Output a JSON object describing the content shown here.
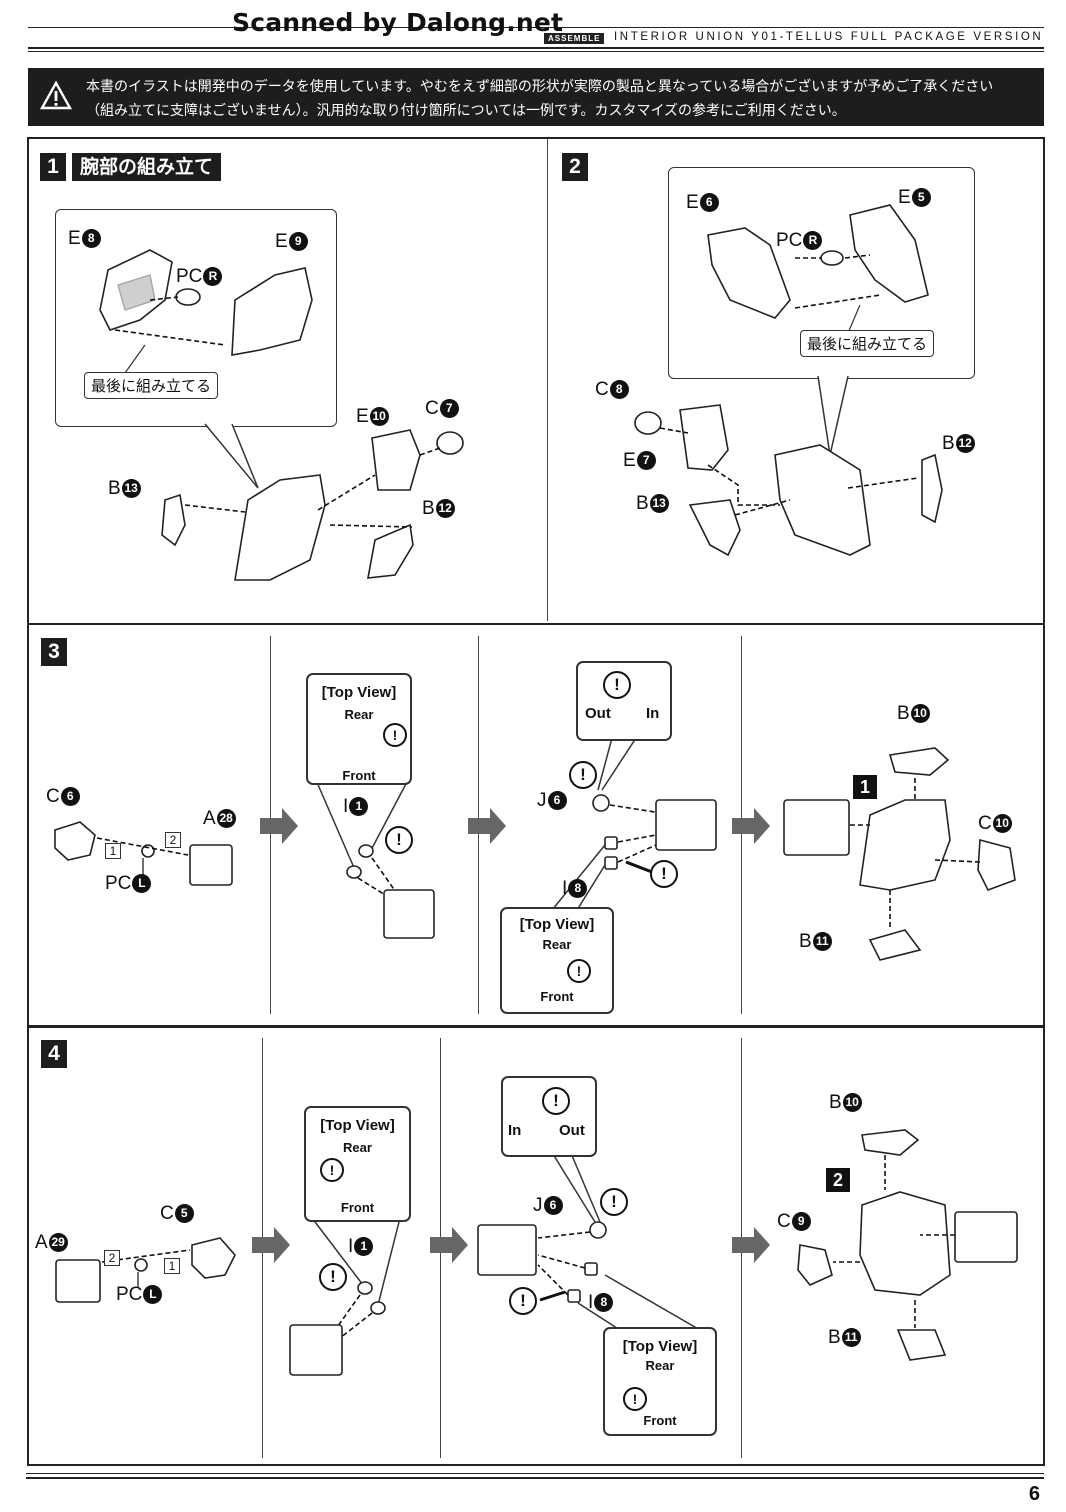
{
  "header": {
    "watermark": "Scanned by Dalong.net",
    "assemble_tag": "ASSEMBLE",
    "title": "INTERIOR UNION Y01-TELLUS FULL PACKAGE VERSION"
  },
  "notice": {
    "line1": "本書のイラストは開発中のデータを使用しています。やむをえず細部の形状が実際の製品と異なっている場合がございますが予めご了承ください",
    "line2": "（組み立てに支障はございません）。汎用的な取り付け箇所については一例です。カスタマイズの参考にご利用ください。"
  },
  "step1": {
    "number": "1",
    "title": "腕部の組み立て",
    "callout_note": "最後に組み立てる",
    "parts": {
      "e8": {
        "letter": "E",
        "num": "8"
      },
      "e9": {
        "letter": "E",
        "num": "9"
      },
      "pcr": {
        "letter": "PC",
        "num": "R"
      },
      "e10": {
        "letter": "E",
        "num": "10"
      },
      "c7": {
        "letter": "C",
        "num": "7"
      },
      "b13": {
        "letter": "B",
        "num": "13"
      },
      "b12": {
        "letter": "B",
        "num": "12"
      }
    }
  },
  "step2": {
    "number": "2",
    "callout_note": "最後に組み立てる",
    "parts": {
      "e6": {
        "letter": "E",
        "num": "6"
      },
      "e5": {
        "letter": "E",
        "num": "5"
      },
      "pcr": {
        "letter": "PC",
        "num": "R"
      },
      "c8": {
        "letter": "C",
        "num": "8"
      },
      "e7": {
        "letter": "E",
        "num": "7"
      },
      "b13": {
        "letter": "B",
        "num": "13"
      },
      "b12": {
        "letter": "B",
        "num": "12"
      }
    }
  },
  "step3": {
    "number": "3",
    "parts": {
      "c6": {
        "letter": "C",
        "num": "6"
      },
      "a28": {
        "letter": "A",
        "num": "28"
      },
      "pcl": {
        "letter": "PC",
        "num": "L"
      },
      "i1": {
        "letter": "I",
        "num": "1"
      },
      "j6": {
        "letter": "J",
        "num": "6"
      },
      "i8": {
        "letter": "I",
        "num": "8"
      },
      "b10": {
        "letter": "B",
        "num": "10"
      },
      "c10": {
        "letter": "C",
        "num": "10"
      },
      "b11": {
        "letter": "B",
        "num": "11"
      }
    },
    "seq": [
      "1",
      "2"
    ],
    "topview1": {
      "title": "[Top View]",
      "rear": "Rear",
      "front": "Front"
    },
    "topview2": {
      "title": "[Top View]",
      "rear": "Rear",
      "front": "Front"
    },
    "orient": {
      "left": "Out",
      "right": "In"
    },
    "ref": "1"
  },
  "step4": {
    "number": "4",
    "parts": {
      "a29": {
        "letter": "A",
        "num": "29"
      },
      "c5": {
        "letter": "C",
        "num": "5"
      },
      "pcl": {
        "letter": "PC",
        "num": "L"
      },
      "i1": {
        "letter": "I",
        "num": "1"
      },
      "j6": {
        "letter": "J",
        "num": "6"
      },
      "i8": {
        "letter": "I",
        "num": "8"
      },
      "b10": {
        "letter": "B",
        "num": "10"
      },
      "c9": {
        "letter": "C",
        "num": "9"
      },
      "b11": {
        "letter": "B",
        "num": "11"
      }
    },
    "seq": [
      "2",
      "1"
    ],
    "topview1": {
      "title": "[Top View]",
      "rear": "Rear",
      "front": "Front"
    },
    "topview2": {
      "title": "[Top View]",
      "rear": "Rear",
      "front": "Front"
    },
    "orient": {
      "left": "In",
      "right": "Out"
    },
    "ref": "2"
  },
  "exclaim": "!",
  "page_number": "6"
}
